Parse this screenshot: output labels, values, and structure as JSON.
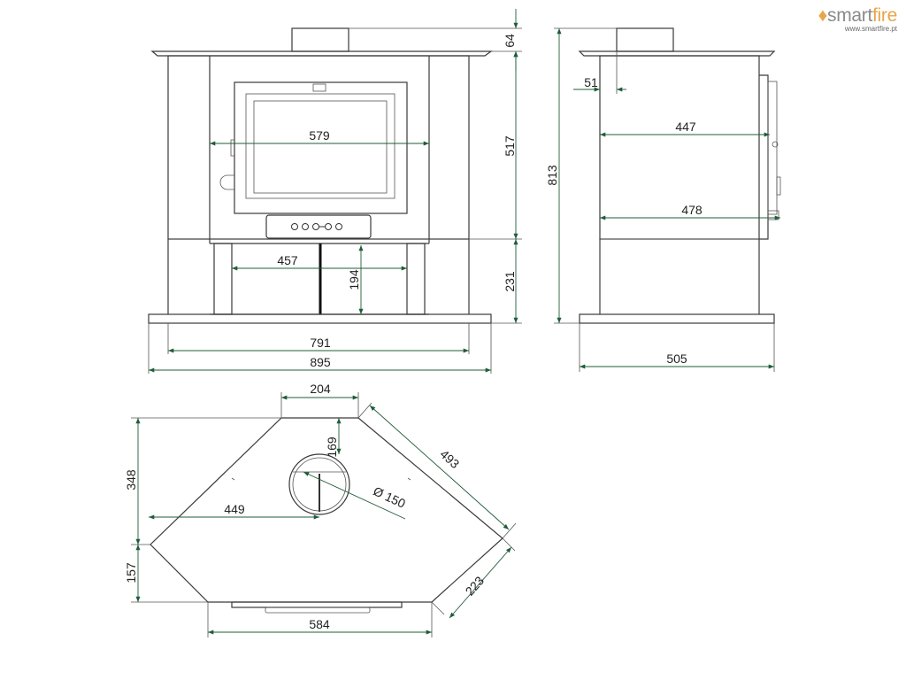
{
  "brand": {
    "logo_text_a": "smart",
    "logo_text_b": "fire",
    "url": "www.smartfire.pt",
    "accent_color": "#e8a54a"
  },
  "dimensions": {
    "front_flue_height": "64",
    "front_body_height": "517",
    "front_leg_height": "231",
    "glass_width": "579",
    "leg_opening_width": "457",
    "leg_opening_height": "194",
    "base_inner_width": "791",
    "overall_width": "895",
    "side_total_height": "813",
    "side_flue_offset": "51",
    "side_depth_upper": "447",
    "side_depth_lower": "478",
    "side_base_depth": "505",
    "top_flue_width": "204",
    "top_flue_offset": "169",
    "top_diagonal_side": "493",
    "top_flue_diameter": "Ø 150",
    "top_flue_to_left": "449",
    "top_depth_upper": "348",
    "top_depth_lower": "157",
    "top_short_side": "223",
    "top_front_width": "584"
  }
}
